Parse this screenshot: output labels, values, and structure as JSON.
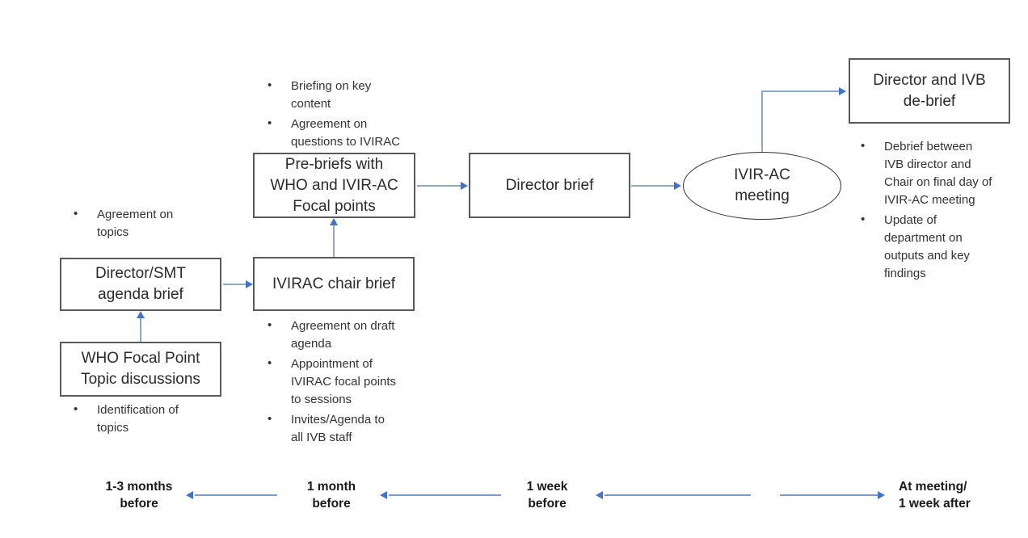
{
  "diagram": {
    "nodes": {
      "who_focal_point": {
        "label": "WHO Focal Point\nTopic discussions"
      },
      "director_smt": {
        "label": "Director/SMT\nagenda brief"
      },
      "ivirac_chair": {
        "label": "IVIRAC chair brief"
      },
      "pre_briefs": {
        "label": "Pre-briefs with\nWHO and IVIR-AC\nFocal points"
      },
      "director_brief": {
        "label": "Director brief"
      },
      "ivirac_meeting": {
        "label": "IVIR-AC\nmeeting"
      },
      "debrief": {
        "label": "Director and IVB\nde-brief"
      }
    },
    "notes": {
      "director_smt": [
        "Agreement on\ntopics"
      ],
      "pre_briefs": [
        "Briefing on key\ncontent",
        "Agreement on\nquestions to IVIRAC"
      ],
      "ivirac_chair": [
        "Agreement on draft\nagenda",
        "Appointment of\nIVIRAC focal points\nto sessions",
        "Invites/Agenda to\nall IVB staff"
      ],
      "who_focal_point": [
        "Identification of\ntopics"
      ],
      "debrief": [
        "Debrief between\nIVB director and\nChair on final day of\nIVIR-AC meeting",
        "Update of\ndepartment on\noutputs and key\nfindings"
      ]
    },
    "timeline": {
      "labels": [
        "1-3 months\nbefore",
        "1 month\nbefore",
        "1 week\nbefore",
        "At meeting/\n1 week after"
      ]
    },
    "colors": {
      "connector_line": "#8ea9c8",
      "arrowhead": "#4472c4",
      "box_border": "#595959",
      "oval_border": "#303030",
      "text": "#262626"
    }
  }
}
